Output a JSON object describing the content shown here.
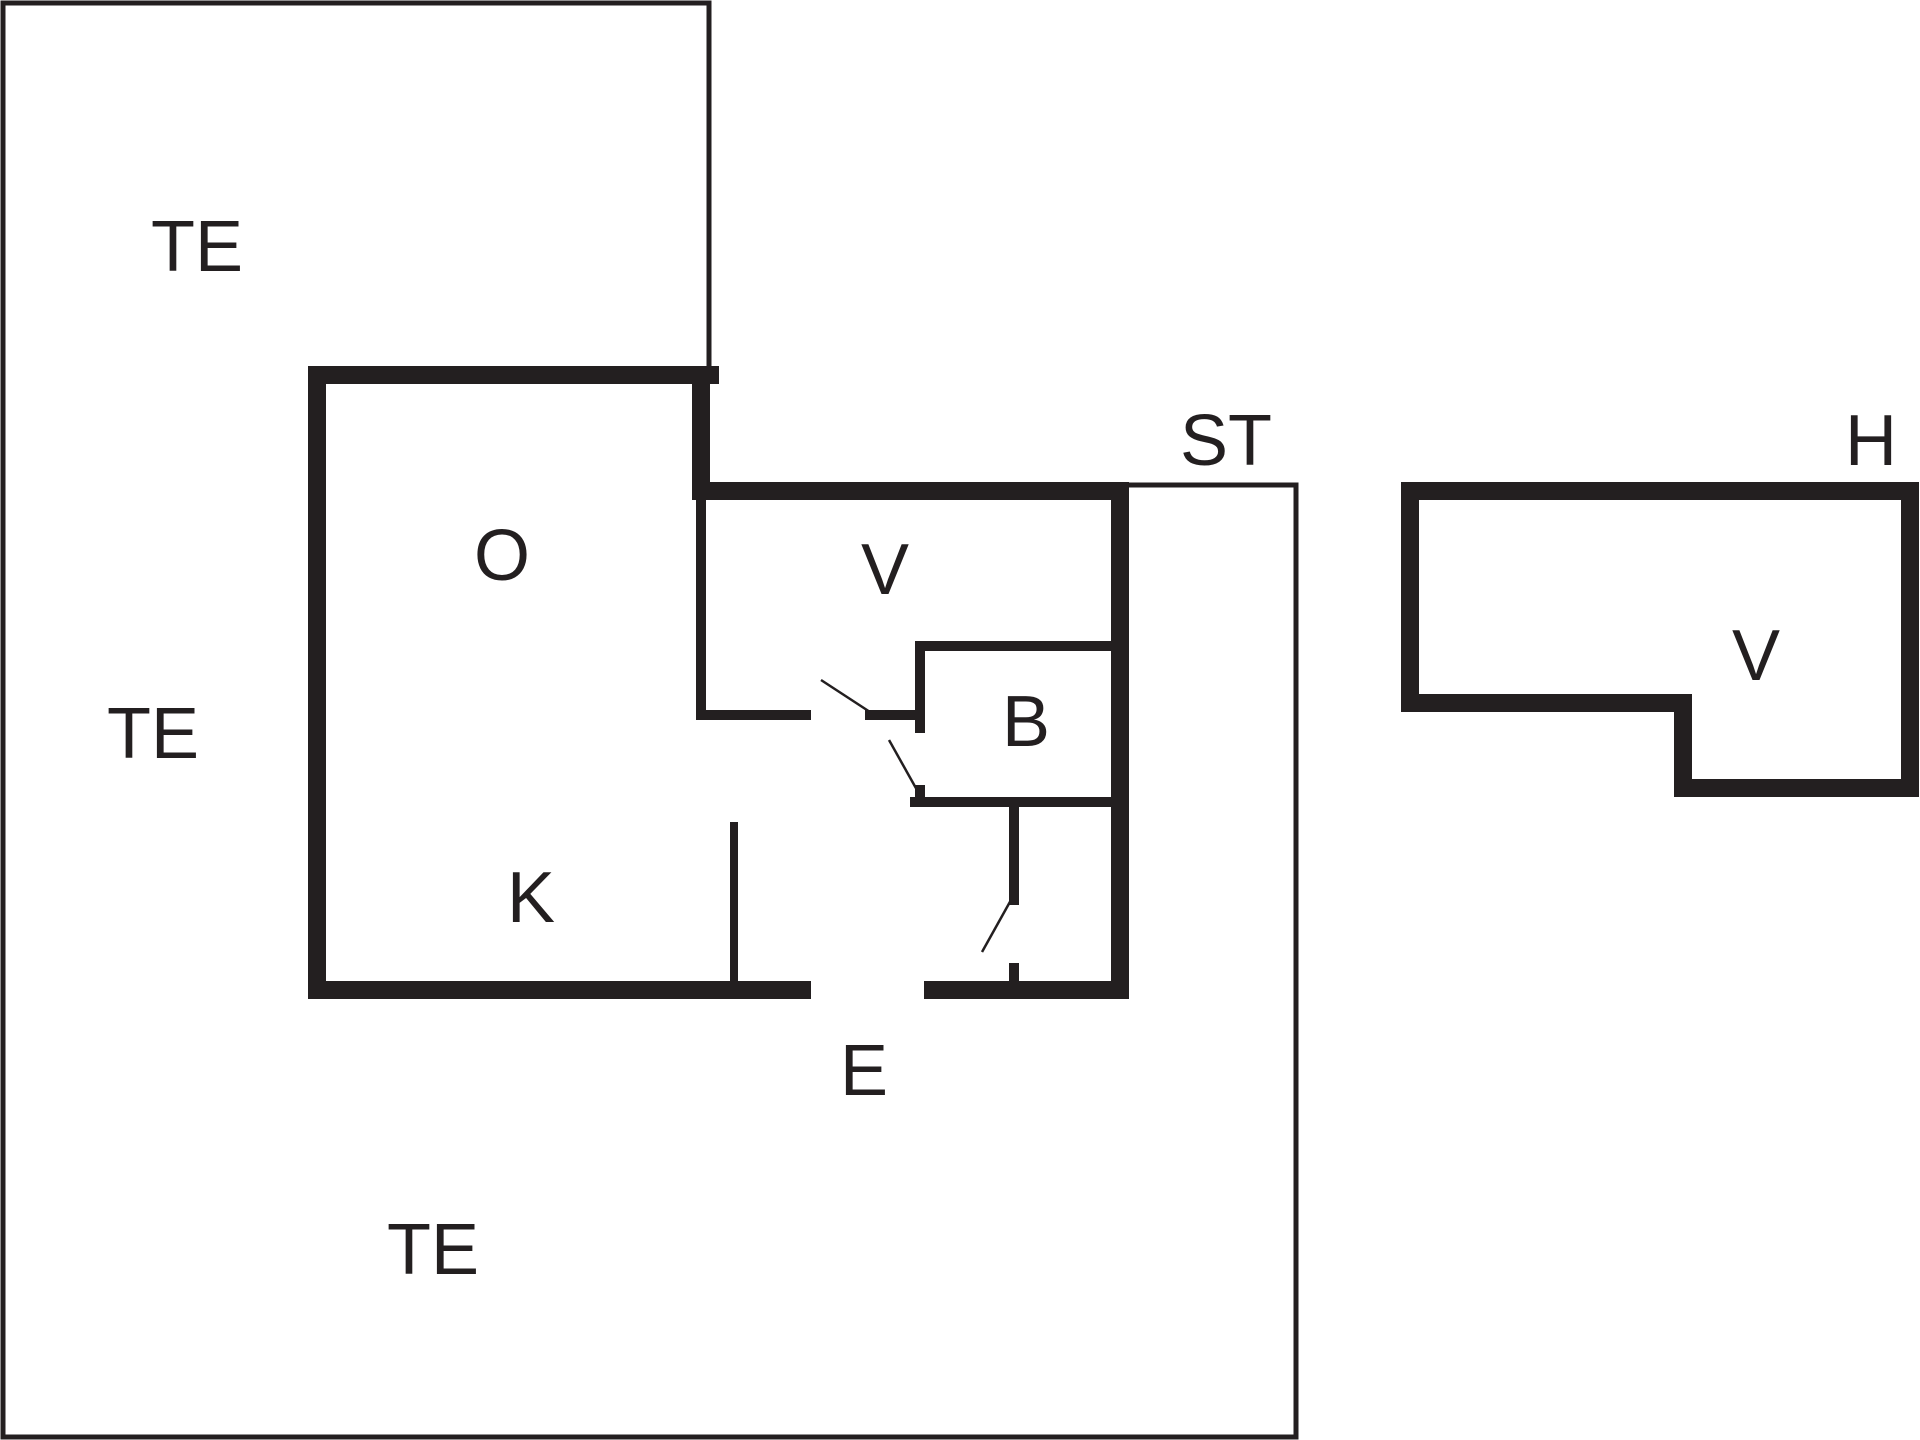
{
  "floorplan": {
    "labels": {
      "terrace_top": "TE",
      "terrace_left": "TE",
      "terrace_bottom": "TE",
      "living_room": "O",
      "kitchen": "K",
      "utility_room": "V",
      "bathroom": "B",
      "entrance": "E",
      "storage": "ST",
      "outbuilding": "H",
      "outbuilding_room": "V"
    },
    "colors": {
      "wall": "#231f20",
      "background": "#ffffff"
    }
  }
}
